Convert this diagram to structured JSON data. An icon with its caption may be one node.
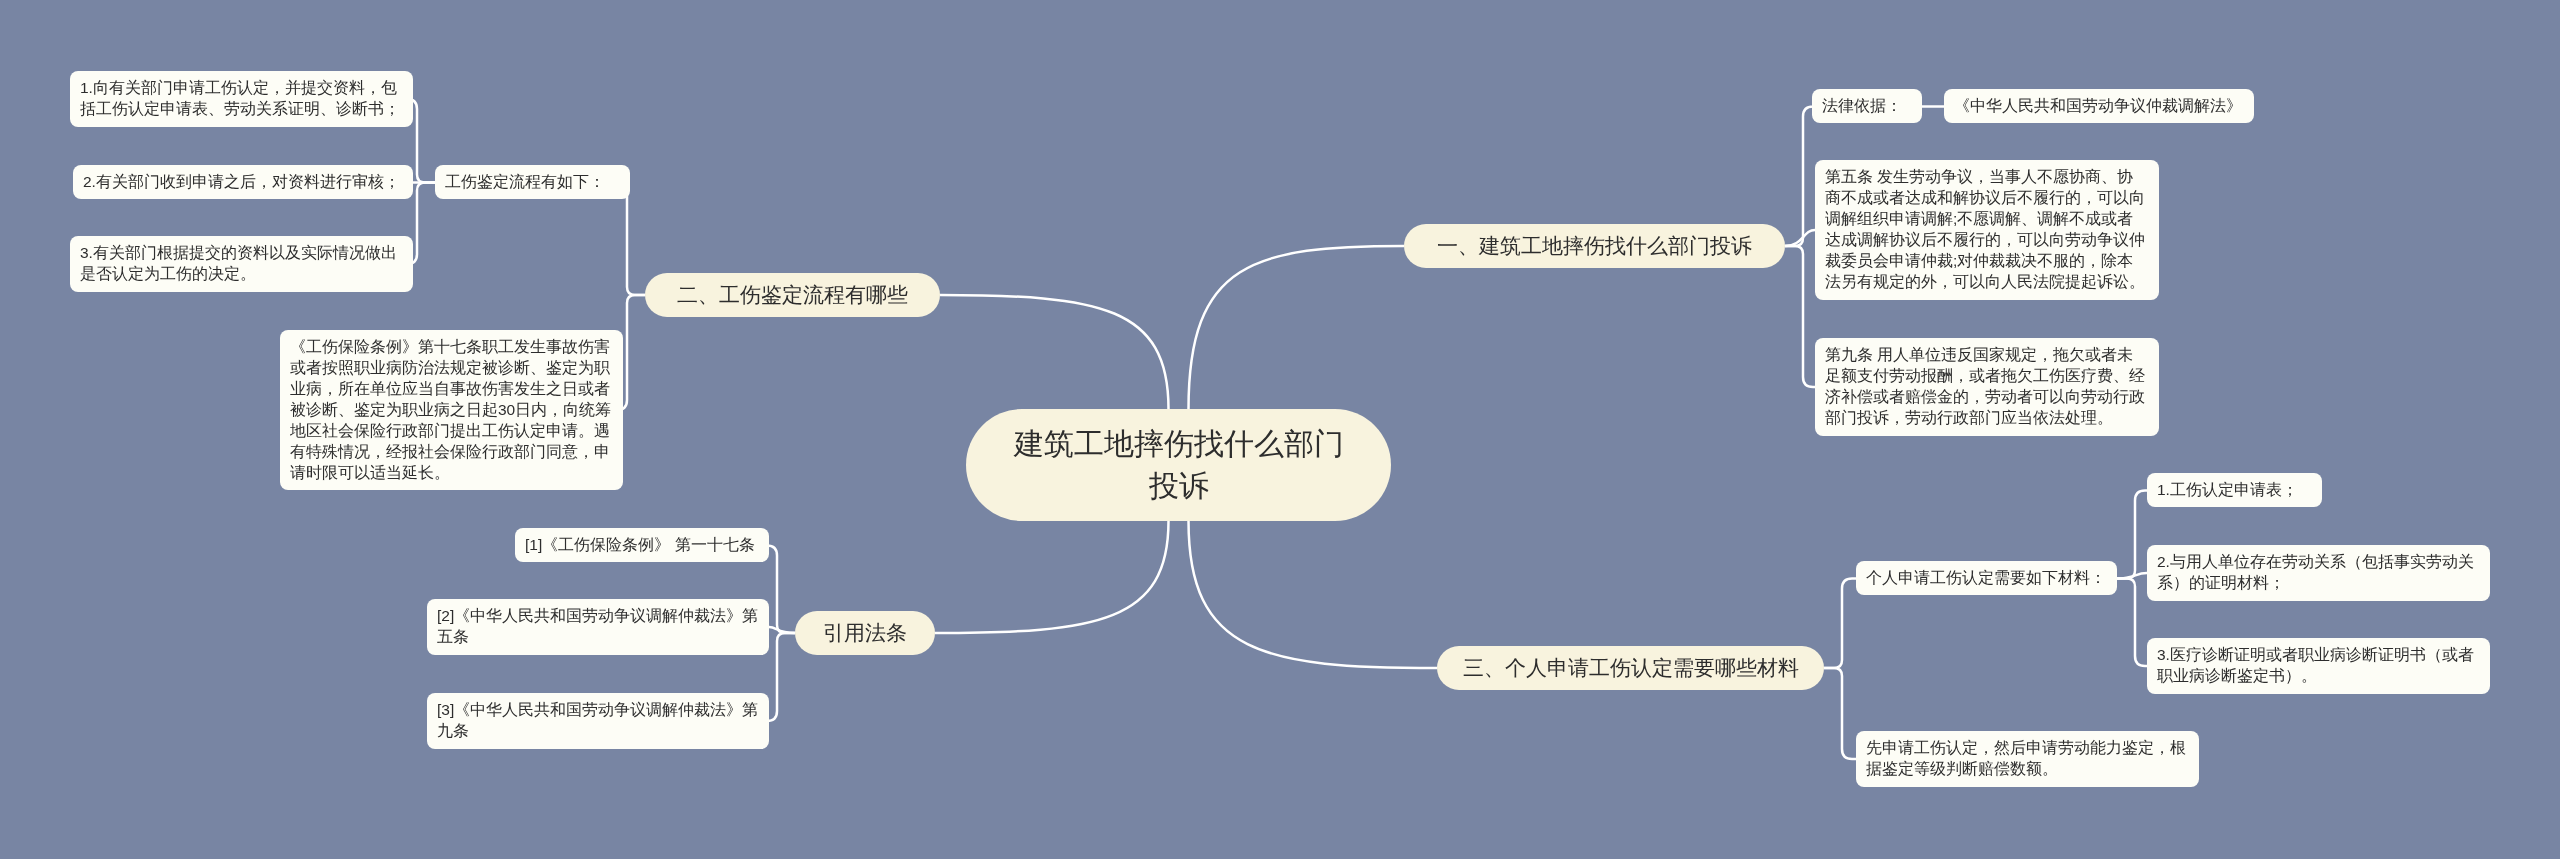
{
  "diagram": {
    "nodes": [
      {
        "text": [
          "建筑工地摔伤找什么部门投诉"
        ]
      },
      {
        "text": [
          "一、建筑工地摔伤找什么部门投诉"
        ]
      },
      {
        "text": [
          "法律依据："
        ]
      },
      {
        "text": [
          "《中华人民共和国劳动争议仲裁调解法》"
        ]
      },
      {
        "text": [
          "第五条 发生劳动争议，当事人不愿协商、协商不成或者达成和解协议后不履行的，可以向调解组织申请调解;不愿调解、调解不成或者达成调解协议后不履行的，可以向劳动争议仲裁委员会申请仲裁;对仲裁裁决不服的，除本法另有规定的外，可以向人民法院提起诉讼。"
        ]
      },
      {
        "text": [
          "第九条 用人单位违反国家规定，拖欠或者未足额支付劳动报酬，或者拖欠工伤医疗费、经济补偿或者赔偿金的，劳动者可以向劳动行政部门投诉，劳动行政部门应当依法处理。"
        ]
      },
      {
        "text": [
          "二、工伤鉴定流程有哪些"
        ]
      },
      {
        "text": [
          "工伤鉴定流程有如下："
        ]
      },
      {
        "text": [
          "1.向有关部门申请工伤认定，并提交资料，包括工伤认定申请表、劳动关系证明、诊断书；"
        ]
      },
      {
        "text": [
          "2.有关部门收到申请之后，对资料进行审核；"
        ]
      },
      {
        "text": [
          "3.有关部门根据提交的资料以及实际情况做出是否认定为工伤的决定。"
        ]
      },
      {
        "text": [
          "《工伤保险条例》第十七条职工发生事故伤害或者按照职业病防治法规定被诊断、鉴定为职业病，所在单位应当自事故伤害发生之日或者被诊断、鉴定为职业病之日起30日内，向统筹地区社会保险行政部门提出工伤认定申请。遇有特殊情况，经报社会保险行政部门同意，申请时限可以适当延长。"
        ]
      },
      {
        "text": [
          "引用法条"
        ]
      },
      {
        "text": [
          "[1]《工伤保险条例》 第一十七条"
        ]
      },
      {
        "text": [
          "[2]《中华人民共和国劳动争议调解仲裁法》第五条"
        ]
      },
      {
        "text": [
          "[3]《中华人民共和国劳动争议调解仲裁法》第九条"
        ]
      },
      {
        "text": [
          "三、个人申请工伤认定需要哪些材料"
        ]
      },
      {
        "text": [
          "个人申请工伤认定需要如下材料："
        ]
      },
      {
        "text": [
          "1.工伤认定申请表；"
        ]
      },
      {
        "text": [
          "2.与用人单位存在劳动关系（包括事实劳动关系）的证明材料；"
        ]
      },
      {
        "text": [
          "3.医疗诊断证明或者职业病诊断证明书（或者职业病诊断鉴定书）。"
        ]
      },
      {
        "text": [
          "先申请工伤认定，然后申请劳动能力鉴定，根据鉴定等级判断赔偿数额。"
        ]
      }
    ],
    "edges": [
      {
        "from": 0,
        "to": 1,
        "arrow": "none"
      },
      {
        "from": 1,
        "to": 2,
        "arrow": "none"
      },
      {
        "from": 2,
        "to": 3,
        "arrow": "none"
      },
      {
        "from": 1,
        "to": 4,
        "arrow": "none"
      },
      {
        "from": 1,
        "to": 5,
        "arrow": "none"
      },
      {
        "from": 0,
        "to": 6,
        "arrow": "none"
      },
      {
        "from": 6,
        "to": 7,
        "arrow": "none"
      },
      {
        "from": 7,
        "to": 8,
        "arrow": "none"
      },
      {
        "from": 7,
        "to": 9,
        "arrow": "none"
      },
      {
        "from": 7,
        "to": 10,
        "arrow": "none"
      },
      {
        "from": 6,
        "to": 11,
        "arrow": "none"
      },
      {
        "from": 0,
        "to": 12,
        "arrow": "none"
      },
      {
        "from": 12,
        "to": 13,
        "arrow": "none"
      },
      {
        "from": 12,
        "to": 14,
        "arrow": "none"
      },
      {
        "from": 12,
        "to": 15,
        "arrow": "none"
      },
      {
        "from": 0,
        "to": 16,
        "arrow": "none"
      },
      {
        "from": 16,
        "to": 17,
        "arrow": "none"
      },
      {
        "from": 17,
        "to": 18,
        "arrow": "none"
      },
      {
        "from": 17,
        "to": 19,
        "arrow": "none"
      },
      {
        "from": 17,
        "to": 20,
        "arrow": "none"
      },
      {
        "from": 16,
        "to": 21,
        "arrow": "none"
      }
    ]
  }
}
